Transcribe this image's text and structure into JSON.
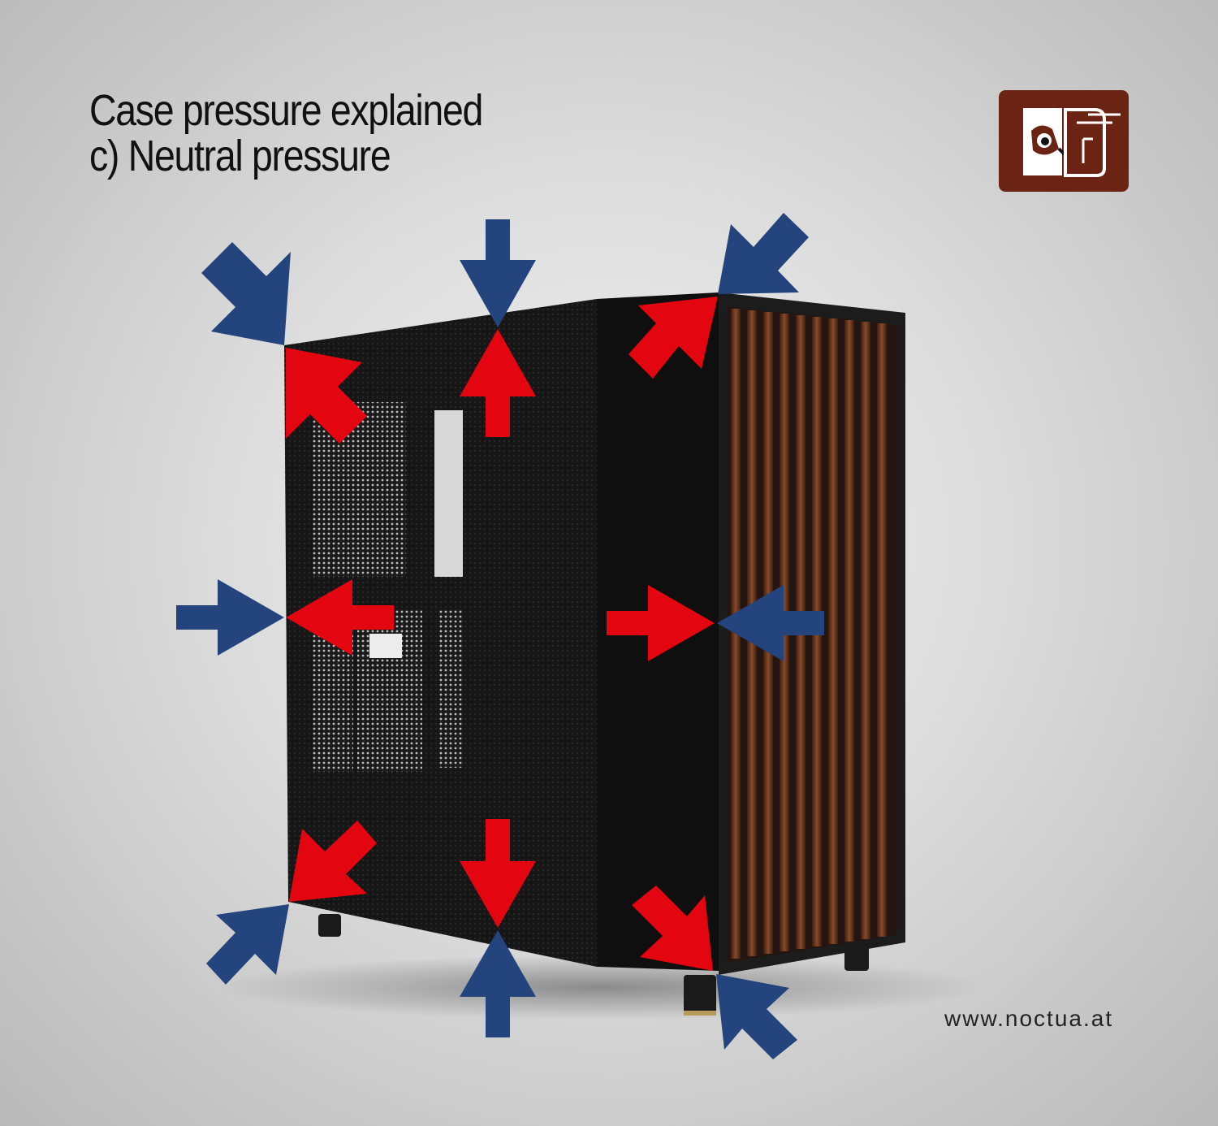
{
  "title": {
    "line1": "Case pressure explained",
    "line2": "c) Neutral pressure"
  },
  "website": "www.noctua.at",
  "logo_icon": "noctua-owl-logo-icon",
  "colors": {
    "background": "#d6d6d6",
    "inflow_arrow": "#24447d",
    "outflow_arrow": "#e3050f",
    "logo_bg": "#6b2314",
    "case_body": "#1a1a1a",
    "wood_slats": "#6a3a22"
  },
  "arrow_legend": {
    "blue": "air-in-arrow",
    "red": "air-out-arrow"
  }
}
